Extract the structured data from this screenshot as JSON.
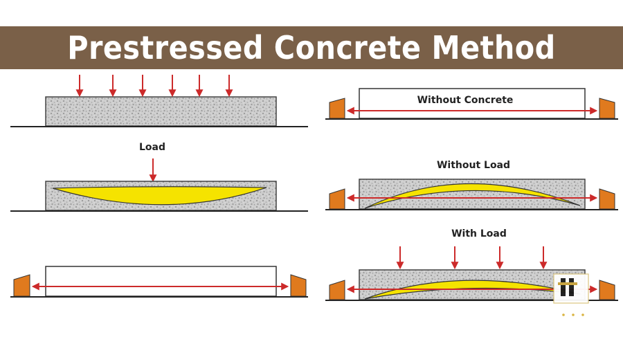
{
  "title": "Prestressed Concrete Method",
  "labels": {
    "load": "Load",
    "without_concrete": "Without Concrete",
    "without_load": "Without Load",
    "with_load": "With Load"
  },
  "colors": {
    "title_bar": "#7a6048",
    "arrow": "#cc2a2a",
    "tendon": "#f5e300",
    "anchor": "#e07a1e",
    "concrete": "#c9c9c9"
  }
}
